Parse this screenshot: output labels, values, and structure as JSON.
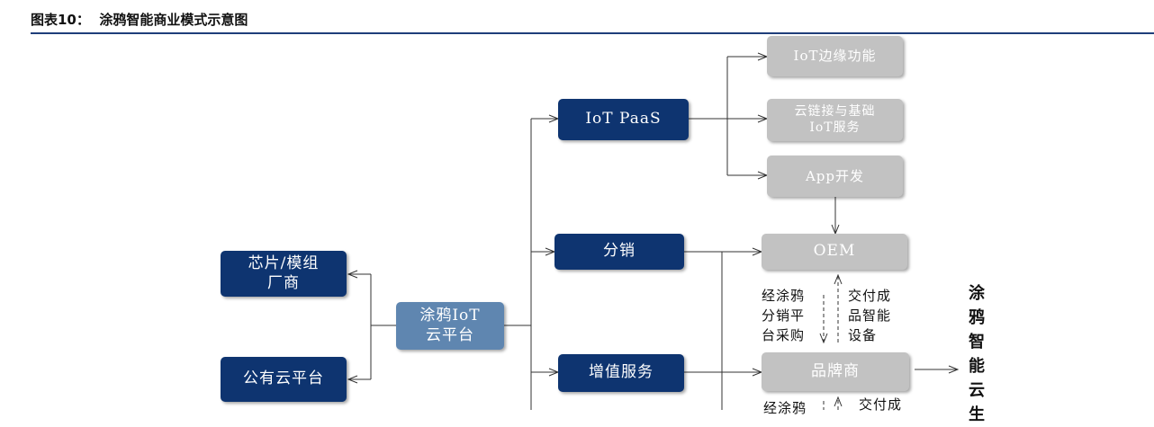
{
  "header": {
    "title": "图表10：  涂鸦智能商业模式示意图"
  },
  "nodes": {
    "platform": "涂鸦IoT\n云平台",
    "chip": "芯片/模组\n厂商",
    "public_cloud": "公有云平台",
    "iot_paas": "IoT PaaS",
    "distribution": "分销",
    "value_added": "增值服务",
    "iot_edge": "IoT边缘功能",
    "cloud_link": "云链接与基础\nIoT服务",
    "app_dev": "App开发",
    "oem": "OEM",
    "brand": "品牌商"
  },
  "labels": {
    "oem_purchase": "经涂鸦\n分销平\n台采购",
    "oem_deliver": "交付成\n品智能\n设备",
    "brand_purchase": "经涂鸦",
    "brand_deliver": "交付成"
  },
  "side_text": "涂鸦智能云生"
}
